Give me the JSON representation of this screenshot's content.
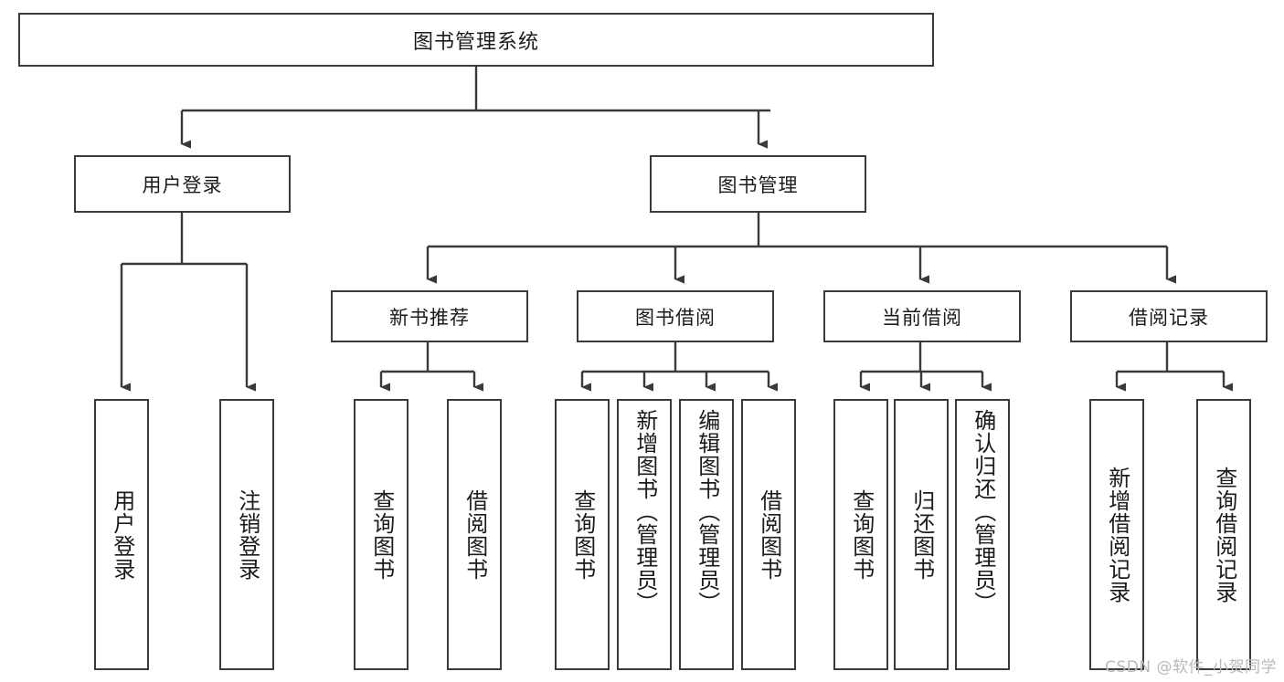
{
  "diagram": {
    "title": "图书管理系统",
    "watermark": "CSDN @软件_小贺同学",
    "line_color": "#3a3a3a",
    "text_color": "#1b1b1b",
    "background": "#ffffff",
    "root": {
      "label": "图书管理系统"
    },
    "level2": [
      {
        "label": "用户登录"
      },
      {
        "label": "图书管理"
      }
    ],
    "level3": [
      {
        "label": "新书推荐"
      },
      {
        "label": "图书借阅"
      },
      {
        "label": "当前借阅"
      },
      {
        "label": "借阅记录"
      }
    ],
    "leaves": {
      "user_login": [
        {
          "label": "用户登录"
        },
        {
          "label": "注销登录"
        }
      ],
      "new_book": [
        {
          "label": "查询图书"
        },
        {
          "label": "借阅图书"
        }
      ],
      "book_borrow": [
        {
          "label": "查询图书"
        },
        {
          "label": "新增图书（管理员）"
        },
        {
          "label": "编辑图书（管理员）"
        },
        {
          "label": "借阅图书"
        }
      ],
      "current_borrow": [
        {
          "label": "查询图书"
        },
        {
          "label": "归还图书"
        },
        {
          "label": "确认归还（管理员）"
        }
      ],
      "borrow_record": [
        {
          "label": "新增借阅记录"
        },
        {
          "label": "查询借阅记录"
        }
      ]
    }
  }
}
